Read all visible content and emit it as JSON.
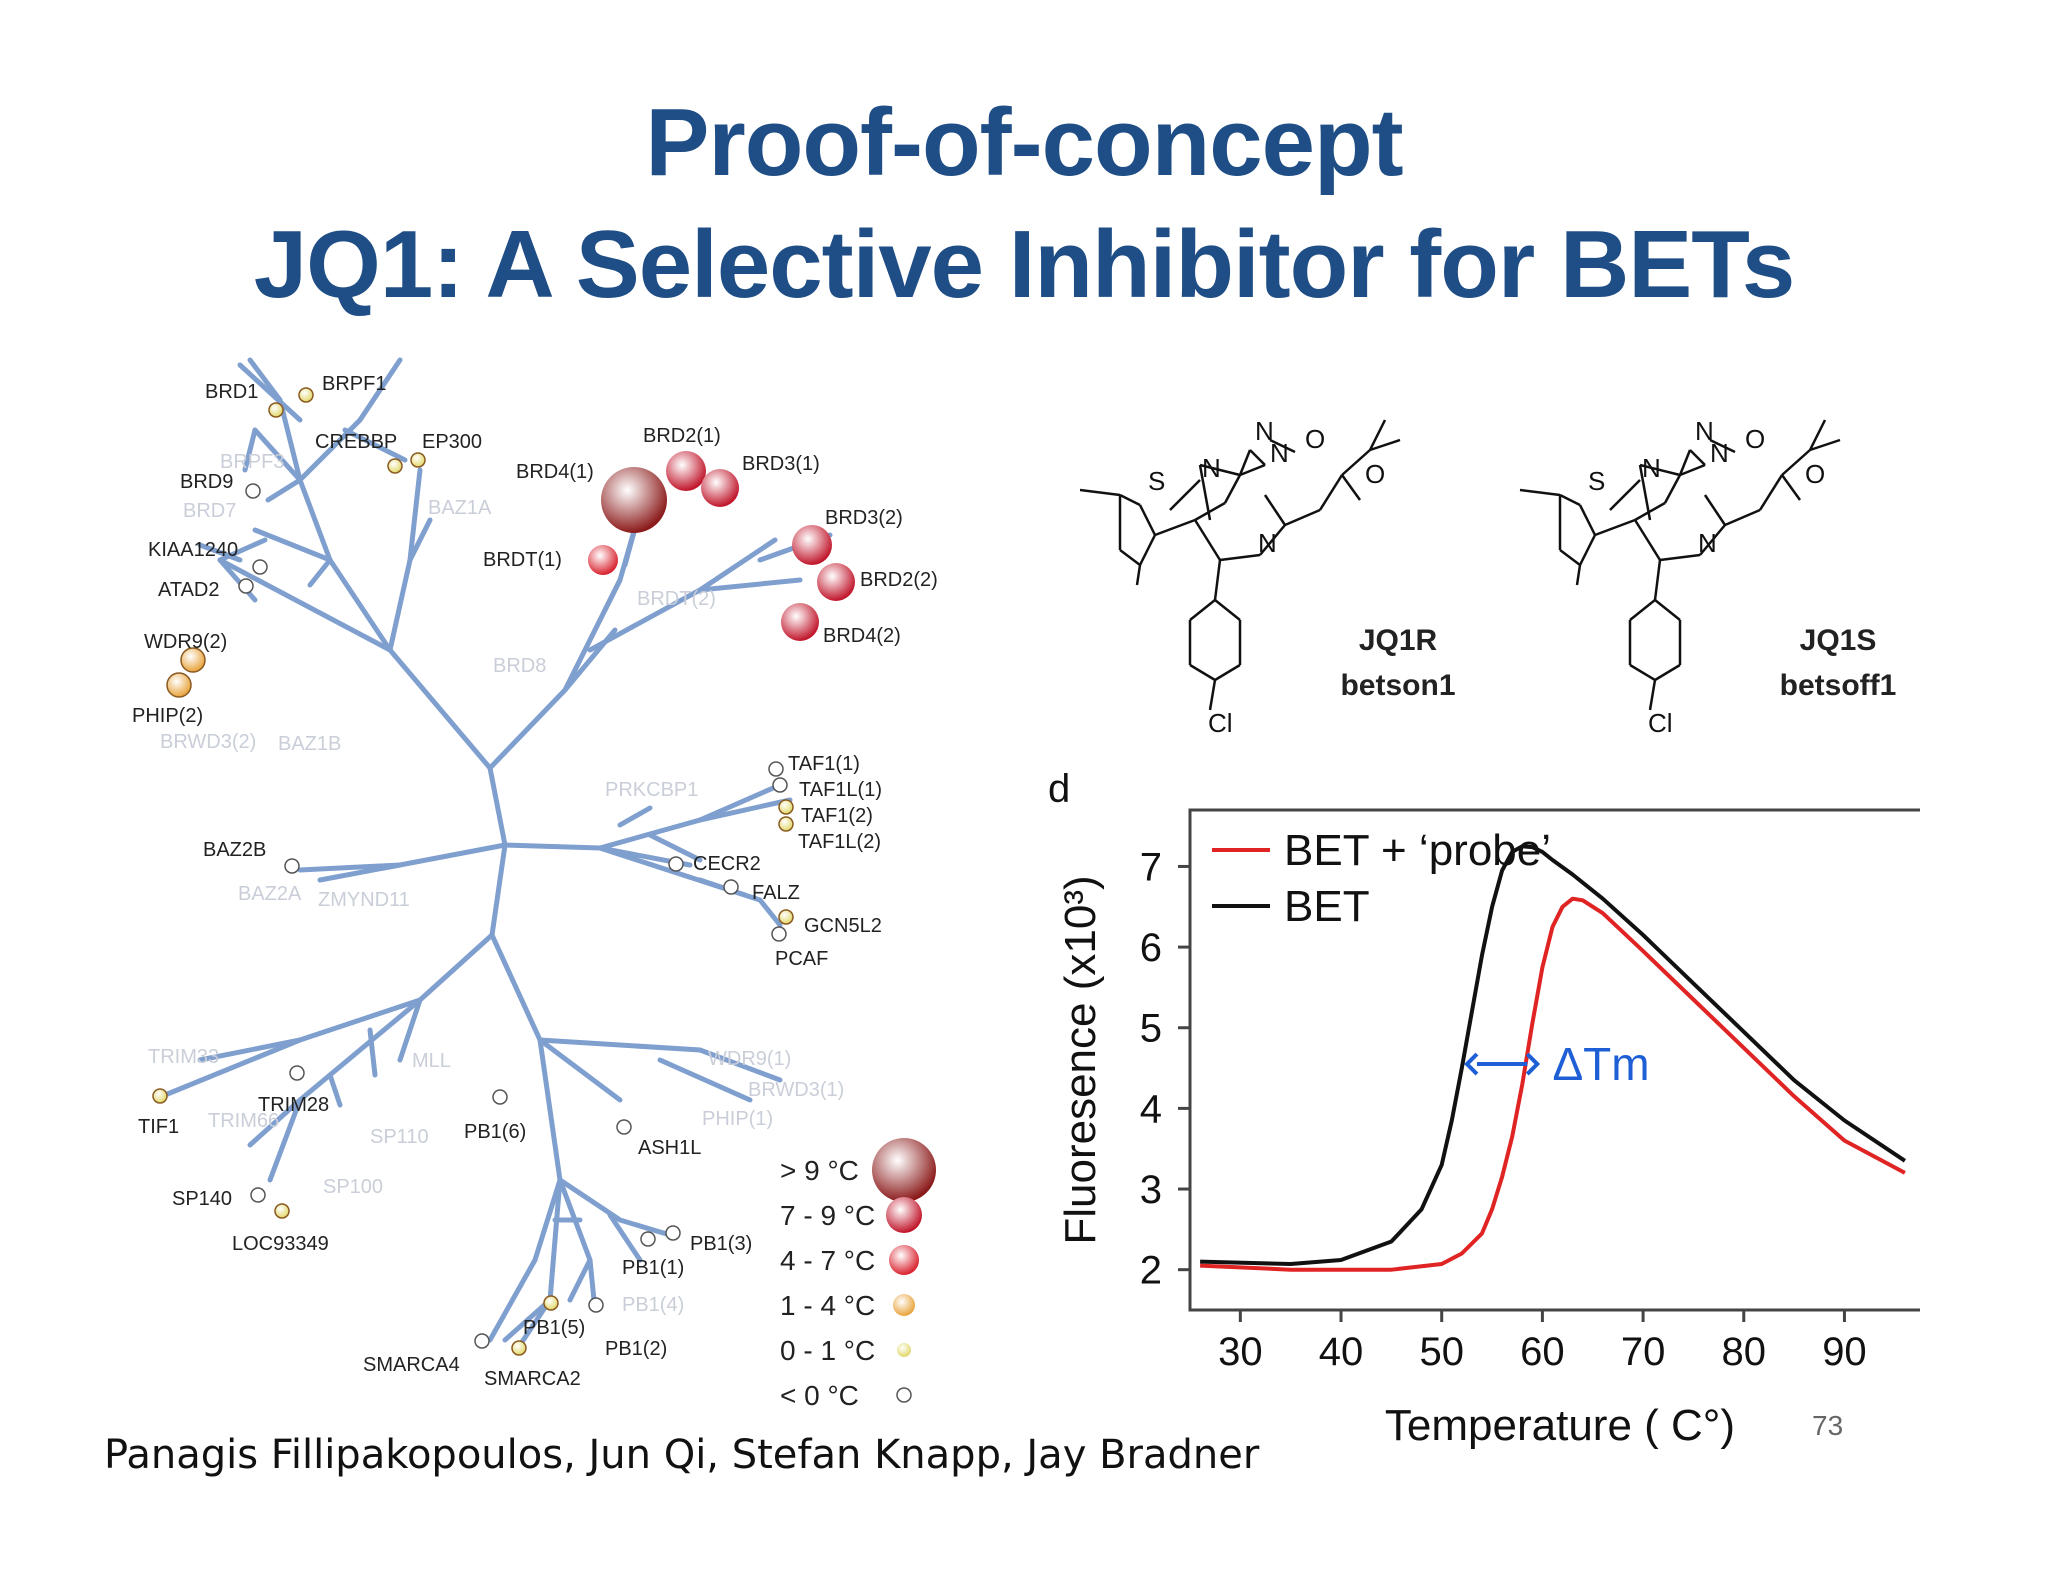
{
  "slide": {
    "title_line1": "Proof-of-concept",
    "title_line2": "JQ1: A Selective Inhibitor for BETs",
    "credits": "Panagis Fillipakopoulos, Jun Qi, Stefan Knapp, Jay Bradner",
    "slide_number": "73"
  },
  "tree": {
    "branch_color": "#7f9fcf",
    "labels": [
      {
        "text": "BRD1",
        "faded": false
      },
      {
        "text": "BRPF1",
        "faded": false
      },
      {
        "text": "CREBBP",
        "faded": false
      },
      {
        "text": "EP300",
        "faded": false
      },
      {
        "text": "BRPF3",
        "faded": true
      },
      {
        "text": "BRD9",
        "faded": false
      },
      {
        "text": "BRD7",
        "faded": true
      },
      {
        "text": "BAZ1A",
        "faded": true
      },
      {
        "text": "KIAA1240",
        "faded": false
      },
      {
        "text": "ATAD2",
        "faded": false
      },
      {
        "text": "WDR9(2)",
        "faded": false
      },
      {
        "text": "PHIP(2)",
        "faded": false
      },
      {
        "text": "BRWD3(2)",
        "faded": true
      },
      {
        "text": "BAZ1B",
        "faded": true
      },
      {
        "text": "BRD8",
        "faded": true
      },
      {
        "text": "BRD4(1)",
        "faded": false
      },
      {
        "text": "BRD2(1)",
        "faded": false
      },
      {
        "text": "BRD3(1)",
        "faded": false
      },
      {
        "text": "BRD3(2)",
        "faded": false
      },
      {
        "text": "BRDT(1)",
        "faded": false
      },
      {
        "text": "BRD2(2)",
        "faded": false
      },
      {
        "text": "BRDT(2)",
        "faded": true
      },
      {
        "text": "BRD4(2)",
        "faded": false
      },
      {
        "text": "PRKCBP1",
        "faded": true
      },
      {
        "text": "TAF1(1)",
        "faded": false
      },
      {
        "text": "TAF1L(1)",
        "faded": false
      },
      {
        "text": "TAF1(2)",
        "faded": false
      },
      {
        "text": "TAF1L(2)",
        "faded": false
      },
      {
        "text": "BAZ2B",
        "faded": false
      },
      {
        "text": "CECR2",
        "faded": false
      },
      {
        "text": "FALZ",
        "faded": false
      },
      {
        "text": "BAZ2A",
        "faded": true
      },
      {
        "text": "ZMYND11",
        "faded": true
      },
      {
        "text": "GCN5L2",
        "faded": false
      },
      {
        "text": "PCAF",
        "faded": false
      },
      {
        "text": "TRIM33",
        "faded": true
      },
      {
        "text": "MLL",
        "faded": true
      },
      {
        "text": "WDR9(1)",
        "faded": true
      },
      {
        "text": "BRWD3(1)",
        "faded": true
      },
      {
        "text": "TRIM28",
        "faded": false
      },
      {
        "text": "TIF1",
        "faded": false
      },
      {
        "text": "TRIM66",
        "faded": true
      },
      {
        "text": "SP110",
        "faded": true
      },
      {
        "text": "PB1(6)",
        "faded": false
      },
      {
        "text": "PHIP(1)",
        "faded": true
      },
      {
        "text": "ASH1L",
        "faded": false
      },
      {
        "text": "SP100",
        "faded": true
      },
      {
        "text": "SP140",
        "faded": false
      },
      {
        "text": "LOC93349",
        "faded": false
      },
      {
        "text": "PB1(3)",
        "faded": false
      },
      {
        "text": "PB1(1)",
        "faded": false
      },
      {
        "text": "PB1(4)",
        "faded": true
      },
      {
        "text": "PB1(5)",
        "faded": false
      },
      {
        "text": "PB1(2)",
        "faded": false
      },
      {
        "text": "SMARCA4",
        "faded": false
      },
      {
        "text": "SMARCA2",
        "faded": false
      }
    ],
    "legend": [
      {
        "label": "> 9 °C",
        "color": "#8b1a1a"
      },
      {
        "label": "7 - 9 °C",
        "color": "#c0152a"
      },
      {
        "label": "4 - 7 °C",
        "color": "#d9222e"
      },
      {
        "label": "1 - 4 °C",
        "color": "#e8a33a"
      },
      {
        "label": "0 - 1 °C",
        "color": "#e2d86a"
      },
      {
        "label": "< 0 °C",
        "color": "#ffffff"
      }
    ]
  },
  "molecules": [
    {
      "name": "JQ1R",
      "subname": "betson1"
    },
    {
      "name": "JQ1S",
      "subname": "betsoff1"
    }
  ],
  "atoms": {
    "S": "S",
    "N": "N",
    "O": "O",
    "Cl": "Cl"
  },
  "chart_data": {
    "type": "line",
    "panel_label": "d",
    "xlabel": "Temperature ( C°)",
    "ylabel": "Fluoresence  (x10³)",
    "xlim": [
      25,
      98
    ],
    "ylim": [
      1.5,
      7.7
    ],
    "xticks": [
      30,
      40,
      50,
      60,
      70,
      80,
      90
    ],
    "yticks": [
      2,
      3,
      4,
      5,
      6,
      7
    ],
    "annotation": "ΔTm",
    "annotation_color": "#1f5fd6",
    "legend_position": "top-left",
    "series": [
      {
        "name": "BET + ‘probe’",
        "color": "#e02424",
        "x": [
          26,
          35,
          45,
          50,
          52,
          54,
          55,
          56,
          57,
          58,
          59,
          60,
          61,
          62,
          63,
          64,
          66,
          70,
          75,
          80,
          85,
          90,
          96
        ],
        "y": [
          2.05,
          2.0,
          2.0,
          2.07,
          2.2,
          2.45,
          2.75,
          3.15,
          3.65,
          4.3,
          5.05,
          5.75,
          6.25,
          6.5,
          6.6,
          6.58,
          6.42,
          5.95,
          5.35,
          4.75,
          4.15,
          3.6,
          3.2
        ]
      },
      {
        "name": "BET",
        "color": "#111111",
        "x": [
          26,
          35,
          40,
          45,
          48,
          50,
          51,
          52,
          53,
          54,
          55,
          56,
          57,
          58,
          59,
          60,
          61,
          63,
          66,
          70,
          75,
          80,
          85,
          90,
          96
        ],
        "y": [
          2.1,
          2.07,
          2.12,
          2.35,
          2.75,
          3.3,
          3.85,
          4.5,
          5.2,
          5.9,
          6.5,
          6.95,
          7.18,
          7.25,
          7.24,
          7.18,
          7.08,
          6.9,
          6.6,
          6.15,
          5.55,
          4.95,
          4.35,
          3.85,
          3.35
        ]
      }
    ]
  }
}
